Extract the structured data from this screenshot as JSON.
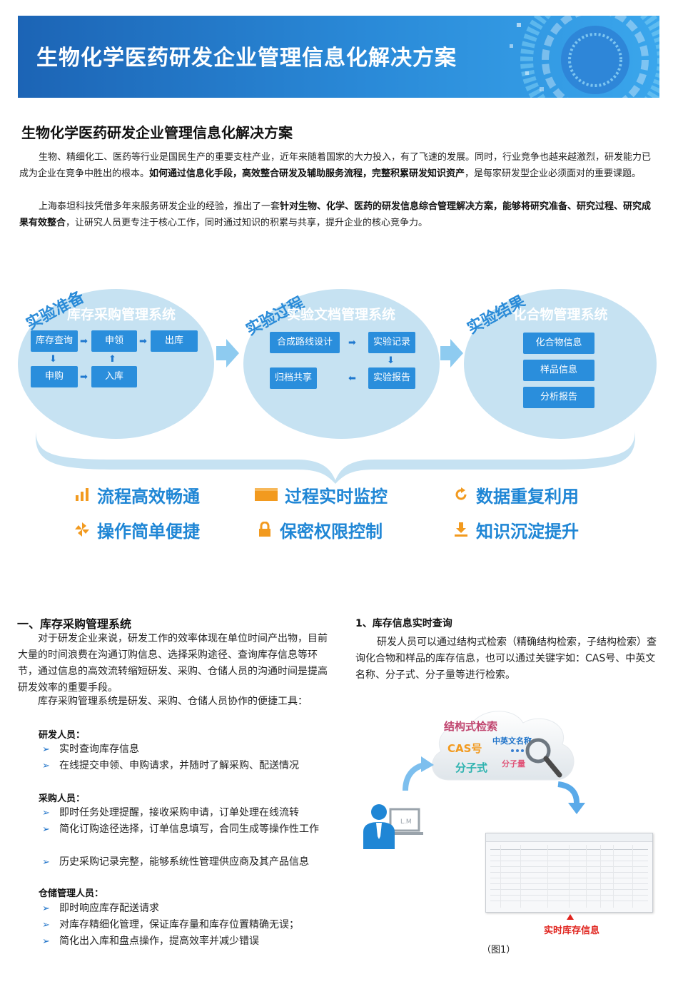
{
  "banner": {
    "title": "生物化学医药研发企业管理信息化解决方案"
  },
  "intro": {
    "heading": "生物化学医药研发企业管理信息化解决方案",
    "p1_a": "生物、精细化工、医药等行业是国民生产的重要支柱产业，近年来随着国家的大力投入，有了飞速的发展。同时，行业竞争也越来越激烈，研发能力已成为企业在竞争中胜出的根本。",
    "p1_b": "如何通过信息化手段，高效整合研发及辅助服务流程，完整积累研发知识资产",
    "p1_c": "，是每家研发型企业必须面对的重要课题。",
    "p2_a": "上海泰坦科技凭借多年来服务研发企业的经验，推出了一套",
    "p2_b": "针对生物、化学、医药的研发信息综合管理解决方案，能够将研究准备、研究过程、研究成果有效整合",
    "p2_c": "，让研究人员更专注于核心工作，同时通过知识的积累与共享，提升企业的核心竞争力。"
  },
  "diagram": {
    "phases": [
      "实验准备",
      "实验过程",
      "实验结果"
    ],
    "systems": [
      "库存采购管理系统",
      "实验文档管理系统",
      "化合物管理系统"
    ],
    "inventory_nodes": {
      "query": "库存查询",
      "apply": "申领",
      "out": "出库",
      "purchase": "申购",
      "in": "入库"
    },
    "document_nodes": {
      "route": "合成路线设计",
      "record": "实验记录",
      "archive": "归档共享",
      "report": "实验报告"
    },
    "compound_nodes": {
      "info": "化合物信息",
      "sample": "样品信息",
      "analysis": "分析报告"
    }
  },
  "features": [
    {
      "icon": "bar-chart-icon",
      "label": "流程高效畅通"
    },
    {
      "icon": "monitor-icon",
      "label": "过程实时监控"
    },
    {
      "icon": "refresh-icon",
      "label": "数据重复利用"
    },
    {
      "icon": "pinwheel-icon",
      "label": "操作简单便捷"
    },
    {
      "icon": "lock-icon",
      "label": "保密权限控制"
    },
    {
      "icon": "download-icon",
      "label": "知识沉淀提升"
    }
  ],
  "section_one": {
    "title": "一、库存采购管理系统",
    "p1": "对于研发企业来说，研发工作的效率体现在单位时间产出物，目前大量的时间浪费在沟通订购信息、选择采购途径、查询库存信息等环节，通过信息的高效流转缩短研发、采购、仓储人员的沟通时间是提高研发效率的重要手段。",
    "p2": "库存采购管理系统是研发、采购、仓储人员协作的便捷工具：",
    "roles": [
      {
        "title": "研发人员：",
        "items": [
          "实时查询库存信息",
          "在线提交申领、申购请求，并随时了解采购、配送情况"
        ]
      },
      {
        "title": "采购人员：",
        "items": [
          "即时任务处理提醒，接收采购申请，订单处理在线流转",
          "简化订购途径选择，订单信息填写，合同生成等操作性工作",
          "历史采购记录完整，能够系统性管理供应商及其产品信息"
        ]
      },
      {
        "title": "仓储管理人员：",
        "items": [
          "即时响应库存配送请求",
          "对库存精细化管理，保证库存量和库存位置精确无误；",
          "简化出入库和盘点操作，提高效率并减少错误"
        ]
      }
    ]
  },
  "right": {
    "subtitle": "1、库存信息实时查询",
    "text": "研发人员可以通过结构式检索（精确结构检索，子结构检索）查询化合物和样品的库存信息，也可以通过关键字如：CAS号、中英文名称、分子式、分子量等进行检索。",
    "cloud_words": {
      "struct": "结构式检索",
      "cas": "CAS号",
      "name": "中英文名称",
      "formula": "分子式",
      "weight": "分子量"
    },
    "screen_caption": "实时库存信息",
    "figure_caption": "（图1）"
  },
  "colors": {
    "accent": "#2a8edc",
    "feature": "#1f86d5",
    "icon_orange": "#f29a1f",
    "caption_red": "#e0231d"
  }
}
